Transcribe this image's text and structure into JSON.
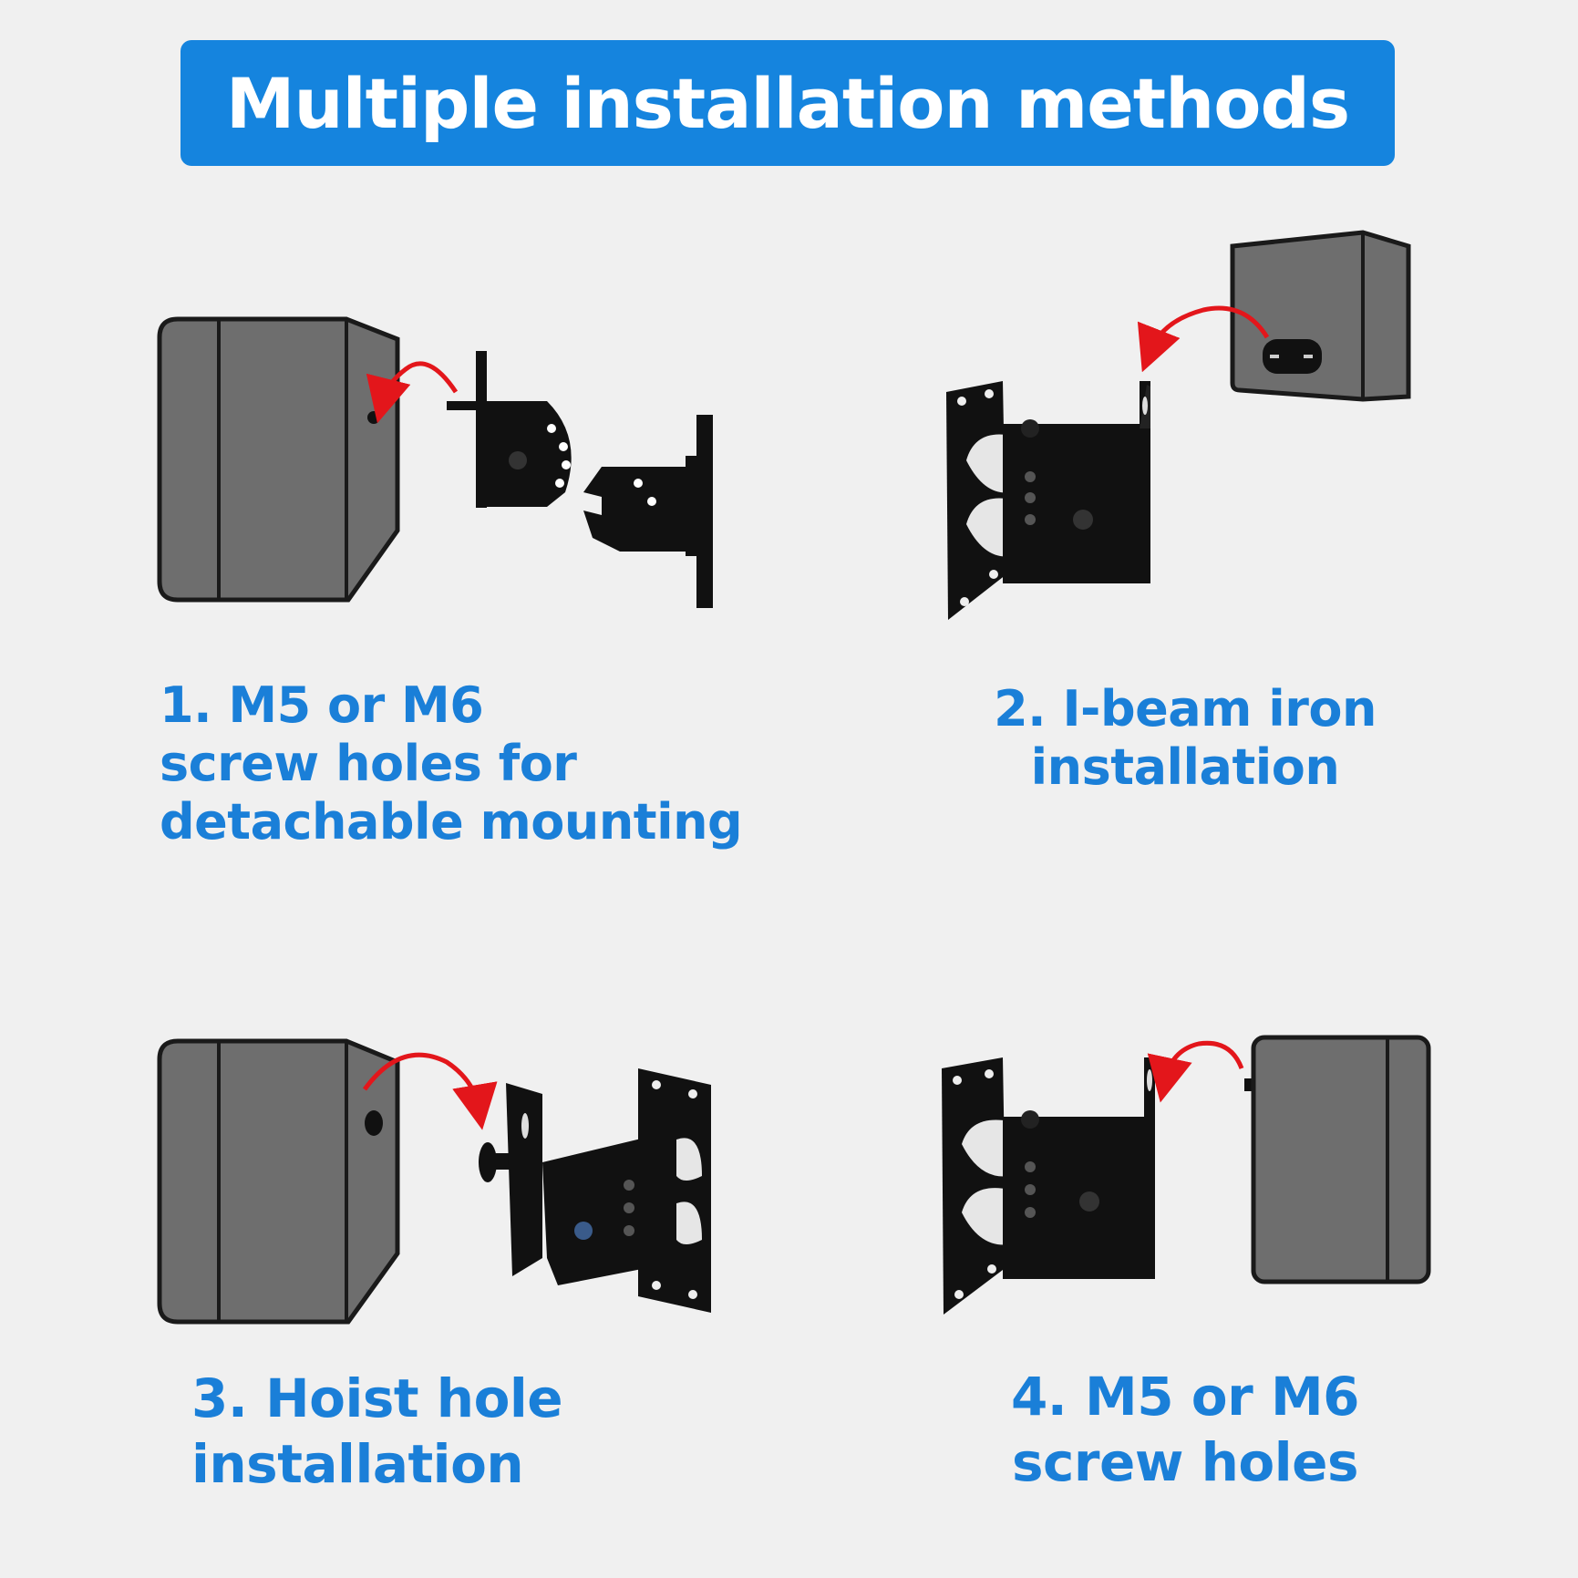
{
  "banner": {
    "title": "Multiple installation methods",
    "color": "#1584de"
  },
  "methods": [
    {
      "lines": [
        "1. M5 or M6",
        "screw holes for",
        "detachable mounting"
      ]
    },
    {
      "lines": [
        "2. I-beam iron",
        "installation"
      ]
    },
    {
      "lines": [
        "3. Hoist hole",
        "installation"
      ]
    },
    {
      "lines": [
        "4. M5 or M6",
        "screw holes"
      ]
    }
  ],
  "colors": {
    "caption": "#1a7fd8",
    "speaker_body": "#6e6e6e",
    "bracket": "#111111",
    "arrow": "#e3161b"
  }
}
